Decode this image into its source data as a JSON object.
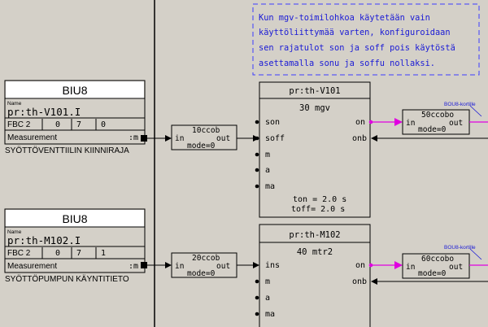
{
  "colors": {
    "background": "#d4d0c8",
    "line": "#000000",
    "note_border": "#3b3bff",
    "note_text": "#1a1ad6",
    "signal_magenta": "#e000e0",
    "biu_header": "#ffffff"
  },
  "note": {
    "lines": [
      "Kun mgv-toimilohkoa käytetään vain",
      "käyttöliittymää varten, konfiguroidaan",
      "sen rajatulot son ja soff pois käytöstä",
      "asettamalla sonu ja soffu nollaksi."
    ]
  },
  "biu_blocks": [
    {
      "type": "BIU8",
      "name_label": "Name",
      "name": "pr:th-V101.I",
      "fbc": "FBC 2",
      "fields": [
        "0",
        "7",
        "0"
      ],
      "measurement_label": "Measurement",
      "output": ":m",
      "description": "SYÖTTÖVENTTIILIN KIINNIRAJA"
    },
    {
      "type": "BIU8",
      "name_label": "Name",
      "name": "pr:th-M102.I",
      "fbc": "FBC 2",
      "fields": [
        "0",
        "7",
        "1"
      ],
      "measurement_label": "Measurement",
      "output": ":m",
      "description": "SYÖTTÖPUMPUN KÄYNTITIETO"
    }
  ],
  "ccob_blocks": [
    {
      "name": "10ccob",
      "in": "in",
      "out": "out",
      "mode": "mode=0"
    },
    {
      "name": "20ccob",
      "in": "in",
      "out": "out",
      "mode": "mode=0"
    }
  ],
  "function_blocks": [
    {
      "title": "pr:th-V101",
      "type": "30 mgv",
      "inputs": [
        "son",
        "soff",
        "m",
        "a",
        "ma"
      ],
      "outputs": [
        "on",
        "onb"
      ],
      "params": [
        "ton = 2.0  s",
        "toff= 2.0  s"
      ]
    },
    {
      "title": "pr:th-M102",
      "type": "40 mtr2",
      "inputs": [
        "ins",
        "m",
        "a",
        "ma"
      ],
      "outputs": [
        "on",
        "onb"
      ],
      "params": []
    }
  ],
  "ccobo_blocks": [
    {
      "name": "50ccobo",
      "in": "in",
      "out": "out",
      "mode": "mode=0",
      "tag": "BOU8-kortille"
    },
    {
      "name": "60ccobo",
      "in": "in",
      "out": "out",
      "mode": "mode=0",
      "tag": "BOU8-kortille"
    }
  ]
}
